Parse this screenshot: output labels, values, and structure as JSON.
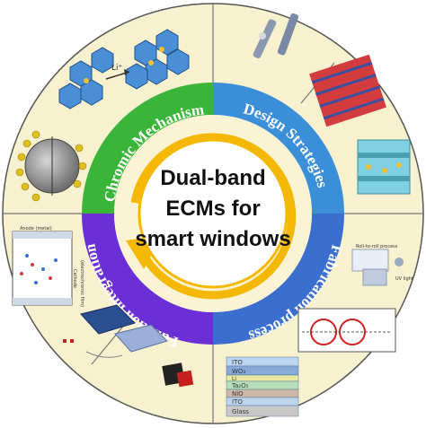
{
  "center": {
    "line1": "Dual-band",
    "line2": "ECMs  for",
    "line3": "smart windows"
  },
  "segments": [
    {
      "label": "Chromic Mechanism",
      "color": "#3ab53a"
    },
    {
      "label": "Design Strategies",
      "color": "#3b8fd8"
    },
    {
      "label": "Fabrication process",
      "color": "#3a6fd0"
    },
    {
      "label": "Function integration",
      "color": "#6a2fd6"
    }
  ],
  "illustrations": {
    "li_label": "Li⁺",
    "anode_label": "Anode (metal)",
    "cathode_label": "Cathode",
    "electrolyte_label": "(electrochromic film)",
    "stack_layers": [
      "ITO",
      "WO₃",
      "Li",
      "Ta₂O₅",
      "NiO",
      "ITO",
      "Glass"
    ],
    "roll_label": "Roll-to-roll process",
    "uv_label": "UV light"
  },
  "colors": {
    "outer_ring": "#f7f1cf",
    "inner_bg": "#fbf4d4",
    "arrow": "#f5b800",
    "center_fill": "#ffffff",
    "center_border": "#f5b800"
  }
}
